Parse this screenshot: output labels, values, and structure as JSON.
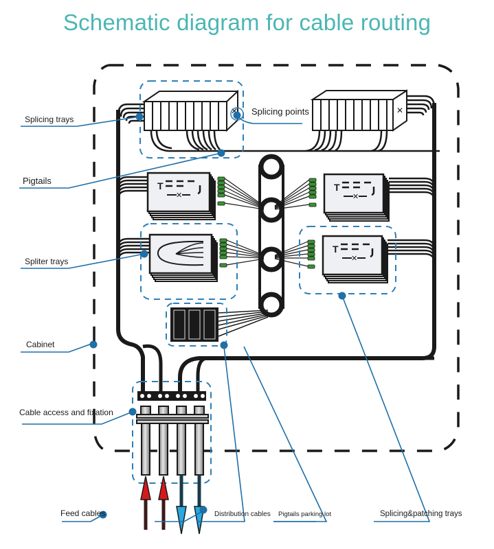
{
  "title": "Schematic diagram for cable routing",
  "colors": {
    "title": "#4bb6b3",
    "callout": "#1f6fa8",
    "group_outline": "#2c7fb8",
    "cable": "#1a1a1a",
    "feed_arrow": "#d7191c",
    "distribution_arrow": "#29a8e0",
    "connector": "#3f8f3a",
    "tray_fill": "#eef0f3"
  },
  "labels": {
    "splicing_trays": "Splicing trays",
    "splicing_points": "Splicing points",
    "pigtails": "Pigtails",
    "spliter_trays": "Spliter trays",
    "cabinet": "Cabinet",
    "cable_access": "Cable access and fixation",
    "feed_cables": "Feed cables",
    "distribution_cables": "Distribution cables",
    "pigtails_parking_lot": "Pigtails parking lot",
    "splicing_patching_trays": "Splicing&patching trays"
  },
  "components": {
    "cable_entries": 4,
    "feed_cable_count": 2,
    "distribution_cable_count": 2,
    "slack_rings": 4,
    "parking_modules": 3
  }
}
